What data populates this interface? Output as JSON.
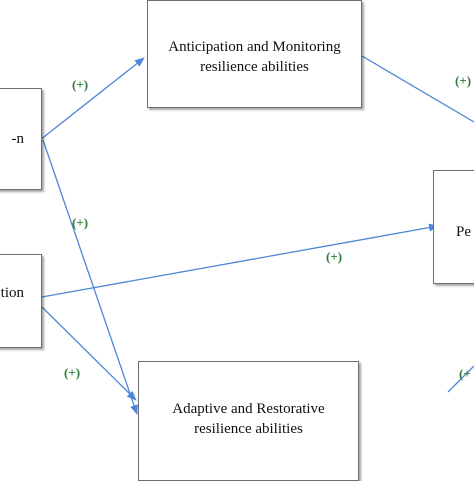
{
  "nodes": {
    "left_top": {
      "line1": "-n"
    },
    "left_bottom": {
      "line1": "tion"
    },
    "top": {
      "line1": "Anticipation  and  Monitoring",
      "line2": "resilience  abilities"
    },
    "bottom": {
      "line1": "Adaptive  and  Restorative",
      "line2": "resilience  abilities"
    },
    "right": {
      "line1": "Pe"
    }
  },
  "relations": {
    "left_top_to_top": "(+)",
    "left_top_to_bottom": "(+)",
    "left_bottom_to_right": "(+)",
    "left_bottom_to_bottom": "(+)",
    "top_to_right": "(+)",
    "bottom_to_right": "(+"
  },
  "colors": {
    "arrow": "#4f86d8",
    "sign": "#2f7d3a",
    "box_border": "#6f6f6f"
  }
}
